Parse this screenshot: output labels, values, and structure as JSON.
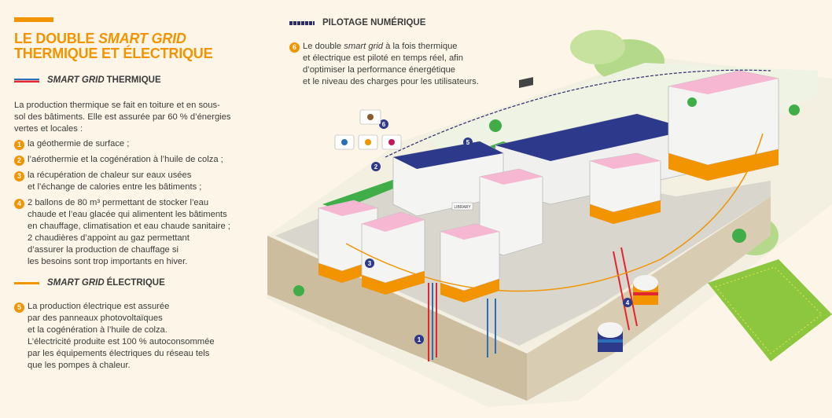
{
  "title": {
    "line1_prefix": "LE DOUBLE ",
    "line1_italic": "SMART GRID",
    "line2": "THERMIQUE ET ÉLECTRIQUE"
  },
  "thermique": {
    "heading_italic": "SMART GRID",
    "heading_rest": "THERMIQUE",
    "intro": [
      "La production thermique se fait en toiture et en sous-",
      "sol des bâtiments. Elle est assurée par 60 % d’énergies",
      "vertes et locales :"
    ],
    "items": [
      {
        "num": "1",
        "lines": [
          "la géothermie de surface ;"
        ]
      },
      {
        "num": "2",
        "lines": [
          "l’aérothermie et la cogénération à l’huile de colza ;"
        ]
      },
      {
        "num": "3",
        "lines": [
          "la récupération de chaleur sur eaux usées",
          "et l’échange de calories entre les bâtiments ;"
        ]
      },
      {
        "num": "4",
        "lines": [
          "2 ballons de 80 m³ permettant de stocker l’eau",
          "chaude et l’eau glacée qui alimentent les bâtiments",
          "en chauffage, climatisation et eau chaude sanitaire ;",
          "2 chaudières d’appoint au gaz permettant",
          "d’assurer la production de chauffage si",
          "les besoins sont trop importants en hiver."
        ]
      }
    ]
  },
  "electrique": {
    "heading_italic": "SMART GRID",
    "heading_rest": "ÉLECTRIQUE",
    "items": [
      {
        "num": "5",
        "lines": [
          "La production électrique est assurée",
          "par des panneaux photovoltaïques",
          "et la cogénération à l’huile de colza.",
          "L’électricité produite est 100 % autoconsommée",
          "par les équipements électriques du réseau tels",
          "que les pompes à chaleur."
        ]
      }
    ]
  },
  "pilotage": {
    "heading": "PILOTAGE NUMÉRIQUE",
    "item": {
      "num": "6",
      "lines_html": [
        "Le double <i>smart grid</i> à la fois thermique",
        "et électrique est piloté en temps réel, afin",
        "d’optimiser la performance énergétique",
        "et le niveau des charges pour les utilisateurs."
      ]
    }
  },
  "scene_markers": [
    "1",
    "2",
    "3",
    "4",
    "5",
    "6"
  ],
  "scene_sign": "LIBRARY",
  "colors": {
    "accent": "#f29400",
    "thermal_blue": "#2b6fb6",
    "thermal_red": "#e3262e",
    "digital": "#2d2d6e",
    "grass": "#3fae49",
    "roof": "#f6b7d2",
    "field": "#8dc63f"
  }
}
